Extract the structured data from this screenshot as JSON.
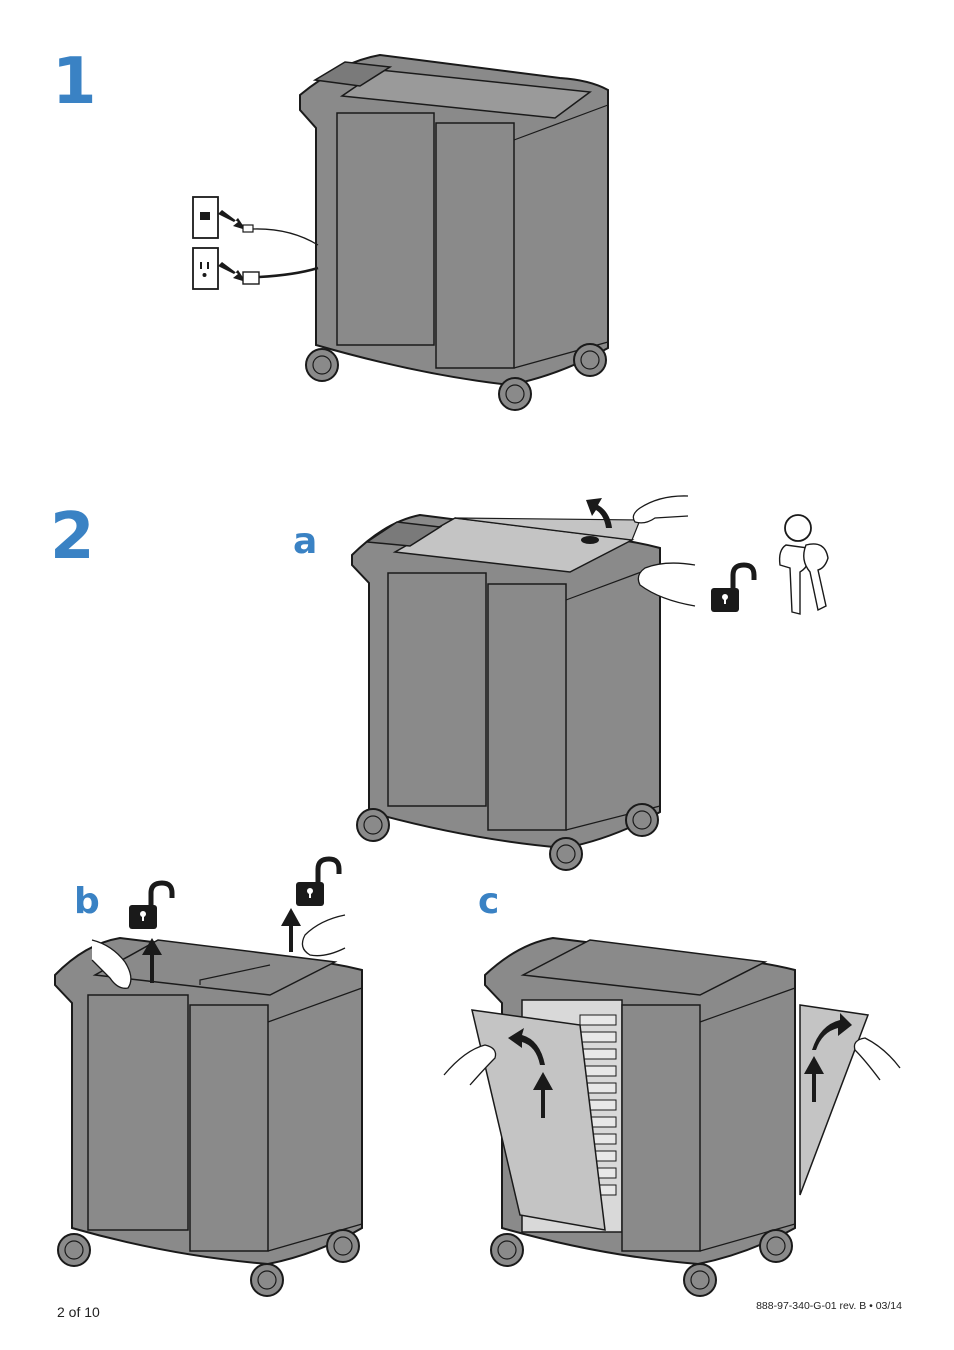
{
  "steps": {
    "step1": "1",
    "step2": "2",
    "sub_a": "a",
    "sub_b": "b",
    "sub_c": "c"
  },
  "footer": {
    "page_number": "2 of 10",
    "doc_number": "888-97-340-G-01 rev. B • 03/14"
  },
  "icons": [
    "ethernet-jack-icon",
    "power-outlet-icon",
    "unlock-icon",
    "keys-icon",
    "arrow-icon",
    "hand-icon"
  ],
  "colors": {
    "accent": "#3a82c4",
    "cart_body": "#8a8a8a",
    "cart_stroke": "#1a1a1a",
    "panel_light": "#c4c4c4"
  }
}
